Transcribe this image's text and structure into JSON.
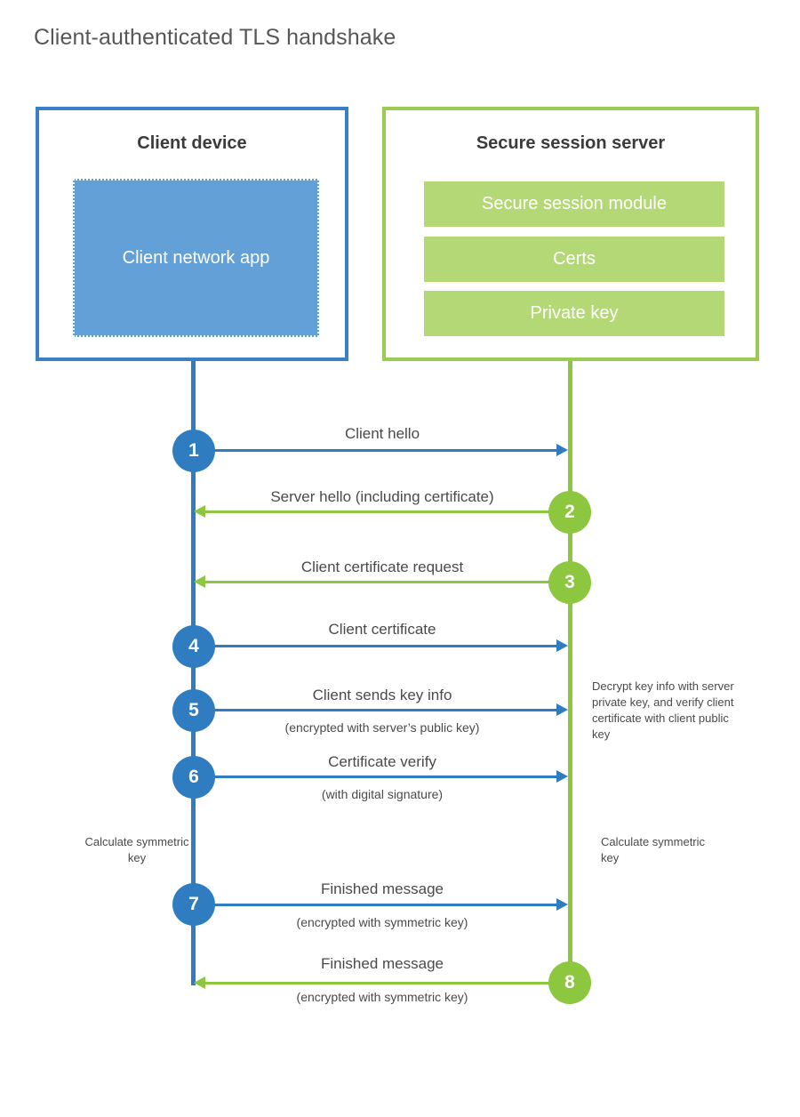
{
  "diagram": {
    "title": "Client-authenticated TLS handshake",
    "type": "sequence-diagram",
    "colors": {
      "client_accent": "#2f7dc0",
      "client_box_border": "#3b7fc4",
      "client_app_fill": "#63a0d8",
      "server_accent": "#8dc63f",
      "server_box_border": "#9bcc52",
      "server_bar_fill": "#b5d877",
      "text": "#4a4a4a",
      "title_text": "#575757",
      "background": "#ffffff"
    }
  },
  "client": {
    "title": "Client device",
    "app_label": "Client network app"
  },
  "server": {
    "title": "Secure session server",
    "components": [
      {
        "label": "Secure session module"
      },
      {
        "label": "Certs"
      },
      {
        "label": "Private key"
      }
    ]
  },
  "steps": [
    {
      "number": "1",
      "label": "Client hello",
      "sub": "",
      "direction": "client-to-server",
      "origin": "client"
    },
    {
      "number": "2",
      "label": "Server hello (including certificate)",
      "sub": "",
      "direction": "server-to-client",
      "origin": "server"
    },
    {
      "number": "3",
      "label": "Client certificate request",
      "sub": "",
      "direction": "server-to-client",
      "origin": "server"
    },
    {
      "number": "4",
      "label": "Client certificate",
      "sub": "",
      "direction": "client-to-server",
      "origin": "client"
    },
    {
      "number": "5",
      "label": "Client sends key info",
      "sub": "(encrypted with server’s public key)",
      "direction": "client-to-server",
      "origin": "client"
    },
    {
      "number": "6",
      "label": "Certificate verify",
      "sub": "(with digital signature)",
      "direction": "client-to-server",
      "origin": "client"
    },
    {
      "number": "7",
      "label": "Finished message",
      "sub": "(encrypted with symmetric key)",
      "direction": "client-to-server",
      "origin": "client"
    },
    {
      "number": "8",
      "label": "Finished message",
      "sub": "(encrypted with symmetric key)",
      "direction": "server-to-client",
      "origin": "server"
    }
  ],
  "notes": {
    "server_decrypt": "Decrypt key info with server private key, and verify client certificate with client public key",
    "client_calculate": "Calculate symmetric key",
    "server_calculate": "Calculate symmetric key"
  }
}
